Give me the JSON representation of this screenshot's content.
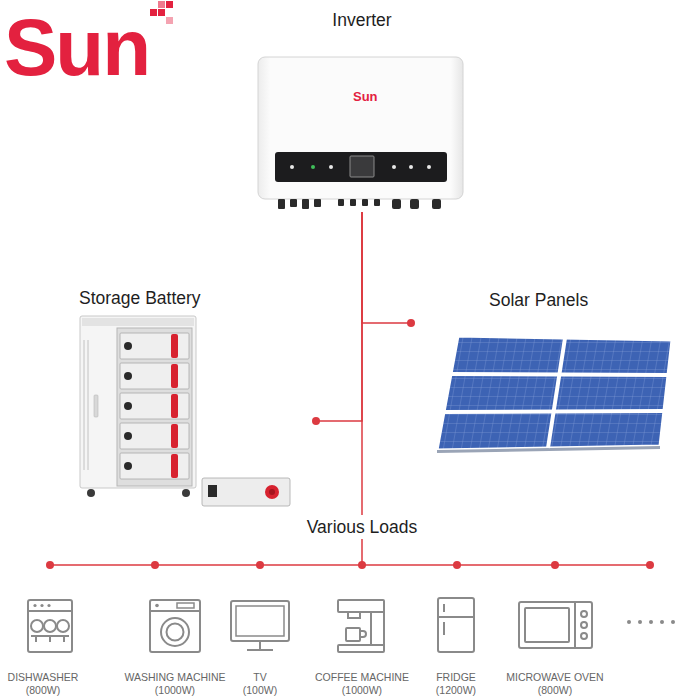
{
  "diagram": {
    "nodes": [
      {
        "text": [
          "Inverter"
        ]
      },
      {
        "text": [
          "Storage Battery"
        ]
      },
      {
        "text": [
          "Solar Panels"
        ]
      },
      {
        "text": [
          "Various Loads"
        ]
      },
      {
        "text": [
          "DISHWASHER",
          "(800W)"
        ]
      },
      {
        "text": [
          "WASHING MACHINE",
          "(1000W)"
        ]
      },
      {
        "text": [
          "TV",
          "(100W)"
        ]
      },
      {
        "text": [
          "COFFEE MACHINE",
          "(1000W)"
        ]
      },
      {
        "text": [
          "FRIDGE",
          "(1200W)"
        ]
      },
      {
        "text": [
          "MICROWAVE OVEN",
          "(800W)"
        ]
      }
    ],
    "edges": [
      {
        "from": 0,
        "to": 2,
        "arrow": "none"
      },
      {
        "from": 0,
        "to": 1,
        "arrow": "none"
      },
      {
        "from": 0,
        "to": 3,
        "arrow": "none"
      }
    ],
    "labels": [
      "Sun",
      "Sun"
    ]
  }
}
